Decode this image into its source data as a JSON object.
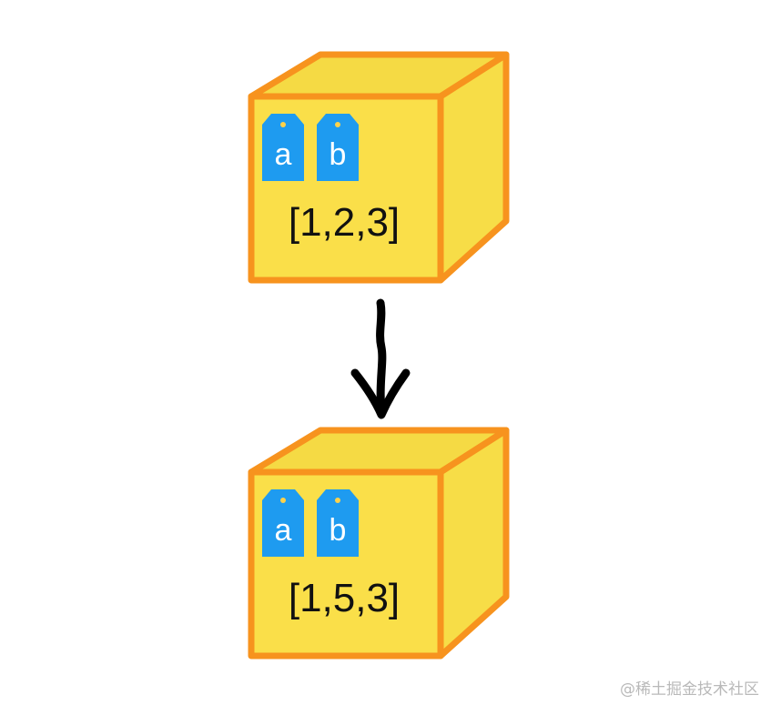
{
  "colors": {
    "box_front": "#FADF49",
    "box_side": "#F7DD47",
    "box_top": "#F5DA44",
    "box_border": "#F7931E",
    "tag_fill": "#1E9BF0",
    "tag_hole": "#FFD24A",
    "arrow": "#000000"
  },
  "boxes": [
    {
      "tags": [
        "a",
        "b"
      ],
      "value": "[1,2,3]"
    },
    {
      "tags": [
        "a",
        "b"
      ],
      "value": "[1,5,3]"
    }
  ],
  "arrow": {
    "direction": "down"
  },
  "watermark": "@稀土掘金技术社区"
}
